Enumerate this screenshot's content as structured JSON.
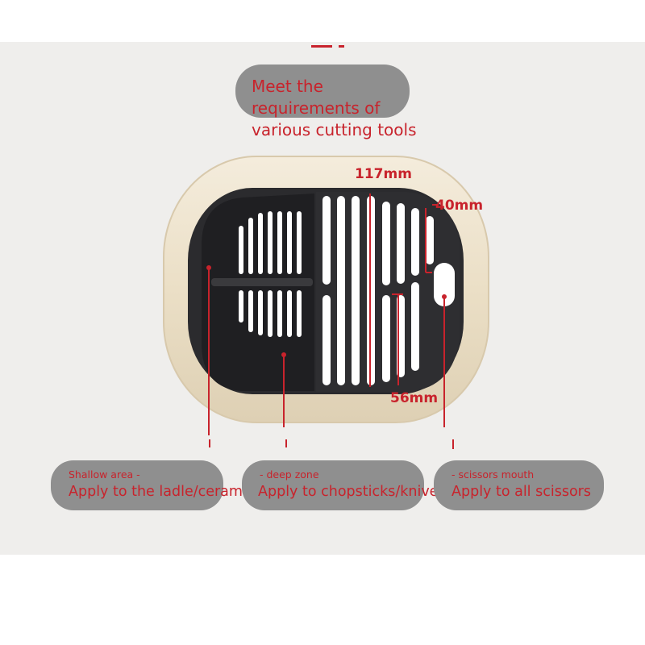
{
  "heading": {
    "lines": [
      "Meet the",
      "requirements of",
      "various cutting tools"
    ]
  },
  "dimensions": {
    "width_label": "117mm",
    "scissor_depth_label": "40mm",
    "slot_label": "56mm"
  },
  "zones": [
    {
      "title": "Shallow area -",
      "description": "Apply to the ladle/ceramic"
    },
    {
      "title": "- deep zone",
      "description": "Apply to chopsticks/knives"
    },
    {
      "title": "- scissors mouth",
      "description": "Apply to all scissors"
    }
  ],
  "colors": {
    "accent": "#c8232c",
    "bubble": "#8f8f8f",
    "background": "#efeeec",
    "shell": "#ece1cb",
    "insert": "#2b2b2e",
    "slots": "#ffffff"
  }
}
